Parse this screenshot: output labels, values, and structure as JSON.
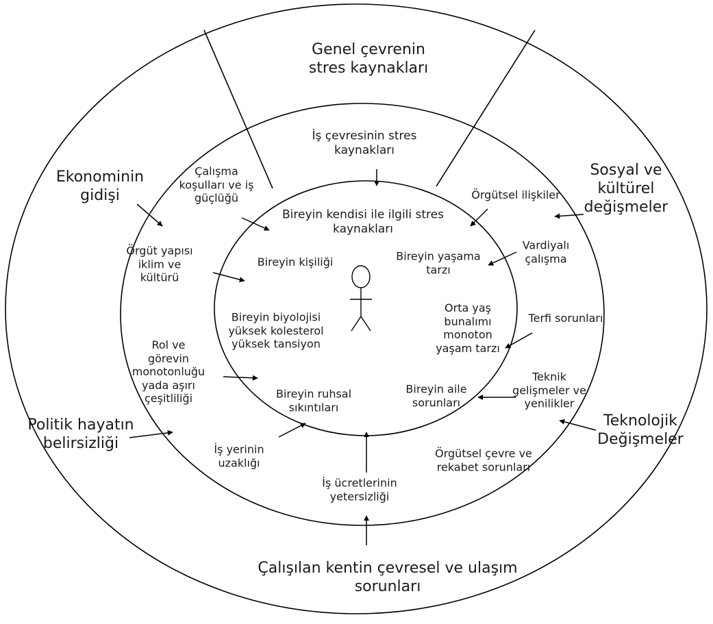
{
  "outer_ring": {
    "title": "Genel çevrenin\nstres kaynakları",
    "labels": {
      "economy": "Ekonominin\ngidişi",
      "social": "Sosyal ve\nkültürel\ndeğişmeler",
      "politics": "Politik hayatın\nbelirsizliği",
      "technology": "Teknolojik\nDeğişmeler",
      "city": "Çalışılan kentin çevresel ve ulaşım\nsorunları"
    }
  },
  "middle_ring": {
    "title": "İş çevresinin stres\nkaynakları",
    "labels": {
      "work_conditions": "Çalışma\nkoşulları ve iş\ngüçlüğü",
      "org_relations": "Örgütsel ilişkiler",
      "org_structure": "Örgüt yapısı\niklim ve\nkültürü",
      "shift_work": "Vardiyalı\nçalışma",
      "promotion": "Terfi sorunları",
      "role": "Rol ve\ngörevin\nmonotonluğu\nyada aşırı\nçeşitliliği",
      "tech_dev": "Teknik\ngelişmeler ve\nyenilikler",
      "distance": "İş yerinin\nuzaklığı",
      "wages": "İş ücretlerinin\nyetersizliği",
      "org_environment": "Örgütsel çevre ve\nrekabet sorunları"
    }
  },
  "inner_ring": {
    "title": "Bireyin kendisi ile ilgili stres\nkaynakları",
    "labels": {
      "personality": "Bireyin kişiliği",
      "lifestyle": "Bireyin yaşama\ntarzı",
      "biology": "Bireyin biyolojisi\nyüksek kolesterol\nyüksek tansiyon",
      "midlife": "Orta yaş\nbunalımı\nmonoton\nyaşam tarzı",
      "psych": "Bireyin ruhsal\nsıkıntıları",
      "family": "Bireyin aile\nsorunları"
    }
  },
  "center_icon": "person-stick-figure-icon"
}
